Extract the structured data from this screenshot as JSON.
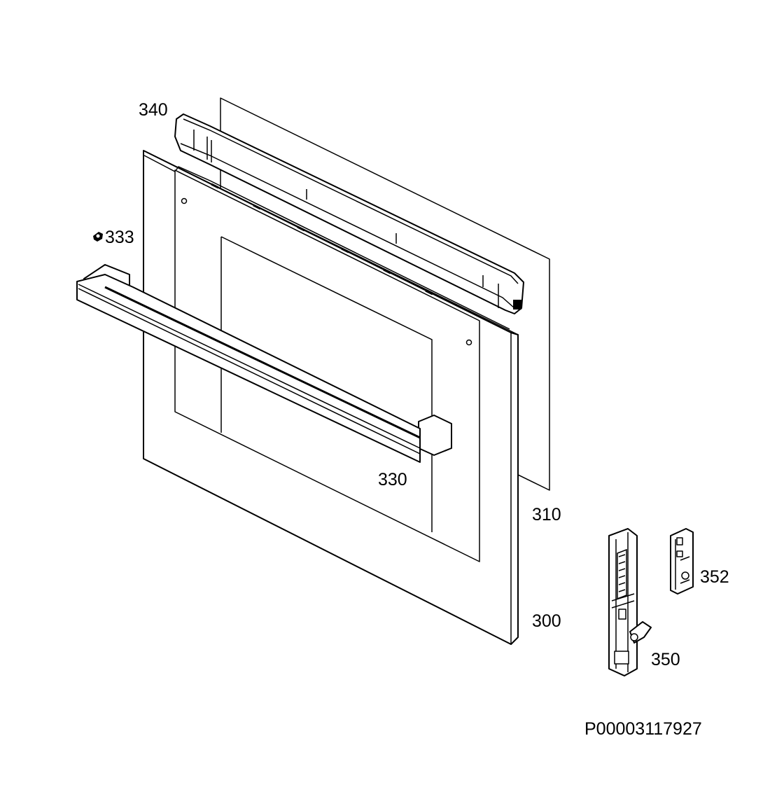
{
  "parts": [
    {
      "id": "340",
      "label": "340",
      "name": "top door trim"
    },
    {
      "id": "333",
      "label": "333",
      "name": "screw"
    },
    {
      "id": "330",
      "label": "330",
      "name": "door handle"
    },
    {
      "id": "310",
      "label": "310",
      "name": "inner glass panel"
    },
    {
      "id": "300",
      "label": "300",
      "name": "outer door panel"
    },
    {
      "id": "352",
      "label": "352",
      "name": "hinge receiver"
    },
    {
      "id": "350",
      "label": "350",
      "name": "door hinge"
    }
  ],
  "document_code": "P00003117927"
}
